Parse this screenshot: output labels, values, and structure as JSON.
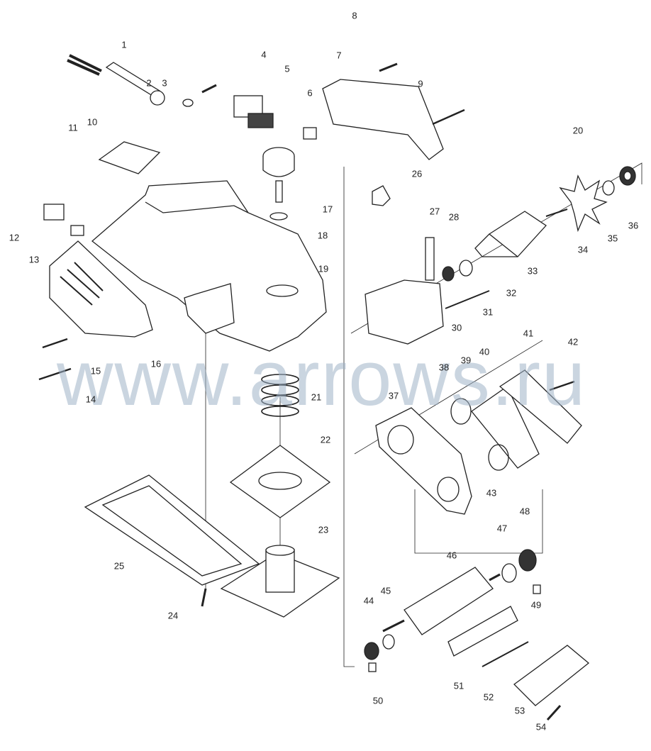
{
  "watermark": "www.arrows.ru",
  "labels": [
    "1",
    "2",
    "3",
    "4",
    "5",
    "6",
    "7",
    "8",
    "9",
    "10",
    "11",
    "12",
    "13",
    "14",
    "15",
    "16",
    "17",
    "18",
    "19",
    "20",
    "21",
    "22",
    "23",
    "24",
    "25",
    "26",
    "27",
    "28",
    "30",
    "31",
    "32",
    "33",
    "34",
    "35",
    "36",
    "37",
    "38",
    "39",
    "40",
    "41",
    "42",
    "43",
    "44",
    "45",
    "46",
    "47",
    "48",
    "49",
    "50",
    "51",
    "52",
    "53",
    "54"
  ]
}
